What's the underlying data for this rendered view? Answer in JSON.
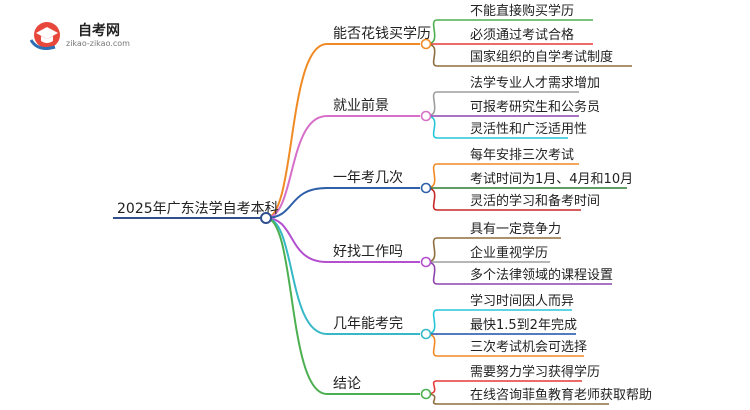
{
  "logo": {
    "title": "自考网",
    "url": "zikao-zikao.com"
  },
  "colors": {
    "root": "#2f4f8f",
    "branches": [
      "#f08a24",
      "#d66fc8",
      "#2e5fa8",
      "#b44fd0",
      "#36b8c6",
      "#4caf50"
    ]
  },
  "root": {
    "label": "2025年广东法学自考本科"
  },
  "branches": [
    {
      "label": "能否花钱买学历",
      "children": [
        {
          "label": "不能直接购买学历",
          "color": "#4caf50"
        },
        {
          "label": "必须通过考试合格",
          "color": "#e53935"
        },
        {
          "label": "国家组织的自学考试制度",
          "color": "#8e6e3d"
        }
      ]
    },
    {
      "label": "就业前景",
      "children": [
        {
          "label": "法学专业人才需求增加",
          "color": "#9e9e9e"
        },
        {
          "label": "可报考研究生和公务员",
          "color": "#8e44ad"
        },
        {
          "label": "灵活性和广泛适用性",
          "color": "#26c6da"
        }
      ]
    },
    {
      "label": "一年考几次",
      "children": [
        {
          "label": "每年安排三次考试",
          "color": "#f08a24"
        },
        {
          "label": "考试时间为1月、4月和10月",
          "color": "#2e7d32"
        },
        {
          "label": "灵活的学习和备考时间",
          "color": "#c62828"
        }
      ]
    },
    {
      "label": "好找工作吗",
      "children": [
        {
          "label": "具有一定竞争力",
          "color": "#8e6e3d"
        },
        {
          "label": "企业重视学历",
          "color": "#9e9e9e"
        },
        {
          "label": "多个法律领域的课程设置",
          "color": "#8e44ad"
        }
      ]
    },
    {
      "label": "几年能考完",
      "children": [
        {
          "label": "学习时间因人而异",
          "color": "#26c6da"
        },
        {
          "label": "最快1.5到2年完成",
          "color": "#1e4fa8"
        },
        {
          "label": "三次考试机会可选择",
          "color": "#f08a24"
        }
      ]
    },
    {
      "label": "结论",
      "children": [
        {
          "label": "需要努力学习获得学历",
          "color": "#e53935"
        },
        {
          "label": "在线咨询菲鱼教育老师获取帮助",
          "color": "#8e6e3d"
        }
      ]
    }
  ]
}
